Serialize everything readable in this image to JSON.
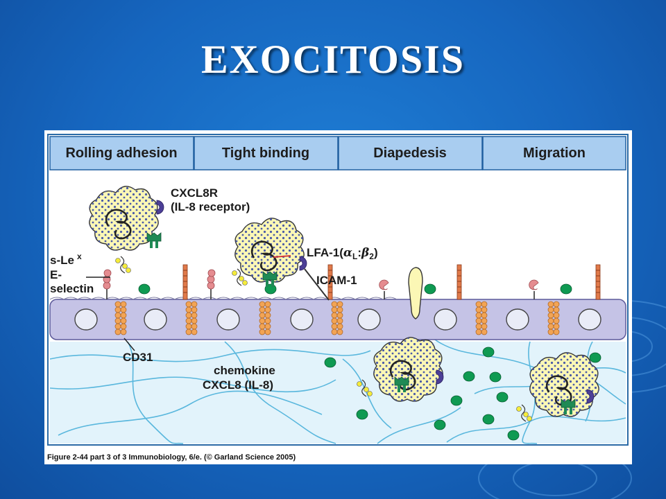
{
  "slide": {
    "title": "EXOCITOSIS"
  },
  "figure": {
    "stages": [
      "Rolling adhesion",
      "Tight binding",
      "Diapedesis",
      "Migration"
    ],
    "labels": {
      "cxcl8r": "CXCL8R",
      "il8_receptor": "(IL-8 receptor)",
      "slex": "s-Le",
      "slex_sup": "x",
      "eselectin_1": "E-",
      "eselectin_2": "selectin",
      "lfa1_prefix": "LFA-1(",
      "alpha": "α",
      "sub_l": "L",
      "colon": ":",
      "beta": "β",
      "sub_2": "2",
      "close_paren": ")",
      "icam1": "ICAM-1",
      "cd31": "CD31",
      "chemokine": "chemokine",
      "cxcl8": "CXCL8 (IL-8)"
    },
    "caption": "Figure 2-44 part 3 of 3  Immunobiology, 6/e. (© Garland Science 2005)"
  },
  "colors": {
    "background": "#1666bf",
    "header_fill": "#a9cdf0",
    "endothelium": "#c5c3e6",
    "tissue": "#e2f3fb",
    "fiber": "#59b7dd",
    "cell_body": "#fbf7b5",
    "chemokine": "#0f9a52",
    "receptor": "#4c3f97",
    "integrin": "#1f8a55",
    "selectin": "#e58c90",
    "cd31": "#f2a455"
  },
  "icons": [
    "leukocyte-icon",
    "chemokine-dot-icon",
    "endothelial-cell-icon"
  ]
}
